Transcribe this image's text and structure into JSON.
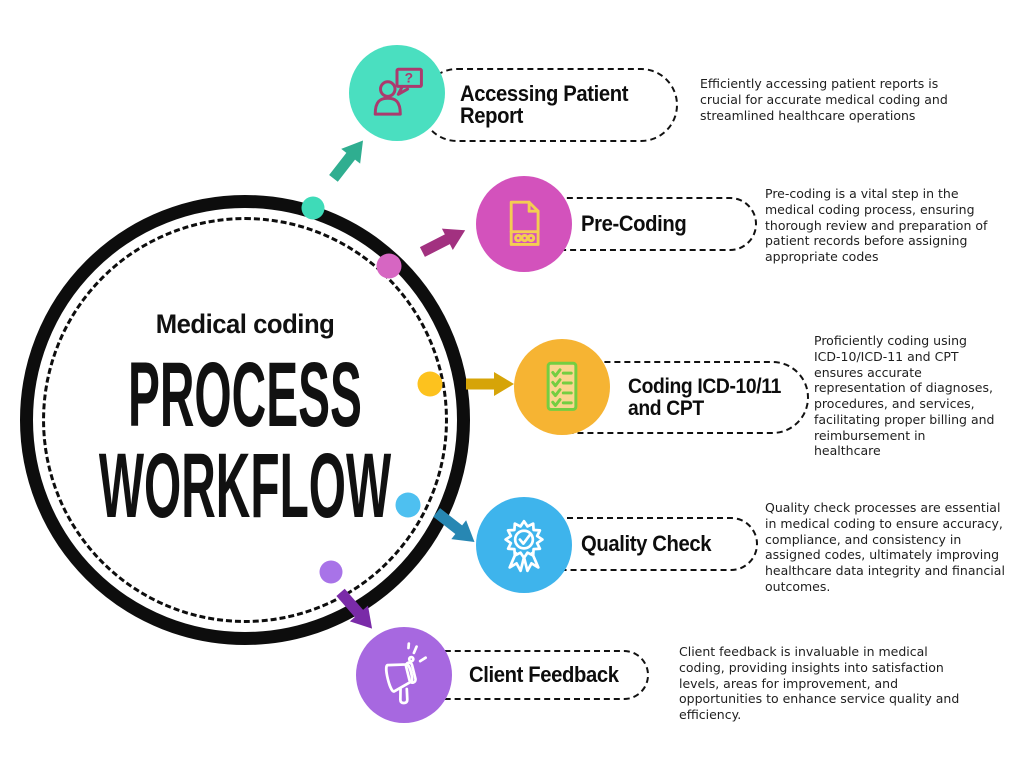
{
  "title": {
    "kicker": "Medical coding",
    "line1": "PROCESS",
    "line2": "WORKFLOW"
  },
  "steps": [
    {
      "title": "Accessing Patient\nReport",
      "description": "Efficiently accessing patient reports is crucial for accurate medical coding and streamlined healthcare operations",
      "icon": "person-question-icon",
      "circle_color": "#4ADFC0",
      "icon_color": "#AB3A6E",
      "dot_color": "#3EDBB8",
      "arrow_color": "#2FAE90"
    },
    {
      "title": "Pre-Coding",
      "description": "Pre-coding is a vital step in the medical coding process, ensuring thorough review and preparation of patient records before assigning appropriate codes",
      "icon": "document-icon",
      "circle_color": "#D352BC",
      "icon_color": "#F4CD52",
      "dot_color": "#D666C2",
      "arrow_color": "#A23180"
    },
    {
      "title": "Coding ICD-10/11\nand CPT",
      "description": "Proficiently coding using ICD-10/ICD-11 and CPT ensures accurate representation of diagnoses, procedures, and services, facilitating proper billing and reimbursement in healthcare",
      "icon": "checklist-icon",
      "circle_color": "#F6B433",
      "icon_color": "#74CE41",
      "dot_color": "#FDC21E",
      "arrow_color": "#D6A408"
    },
    {
      "title": "Quality Check",
      "description": "Quality check processes are essential in medical coding to ensure accuracy, compliance, and consistency in assigned codes, ultimately improving healthcare data integrity and financial outcomes.",
      "icon": "award-badge-icon",
      "circle_color": "#3EB4EC",
      "icon_color": "#FFFFFF",
      "dot_color": "#4EC0F0",
      "arrow_color": "#2787B3"
    },
    {
      "title": "Client Feedback",
      "description": "Client feedback is invaluable in medical coding, providing insights into satisfaction levels, areas for improvement, and opportunities to enhance service quality and efficiency.",
      "icon": "megaphone-icon",
      "circle_color": "#A768E0",
      "icon_color": "#FFFFFF",
      "dot_color": "#A873E8",
      "arrow_color": "#7A2BA8"
    }
  ]
}
